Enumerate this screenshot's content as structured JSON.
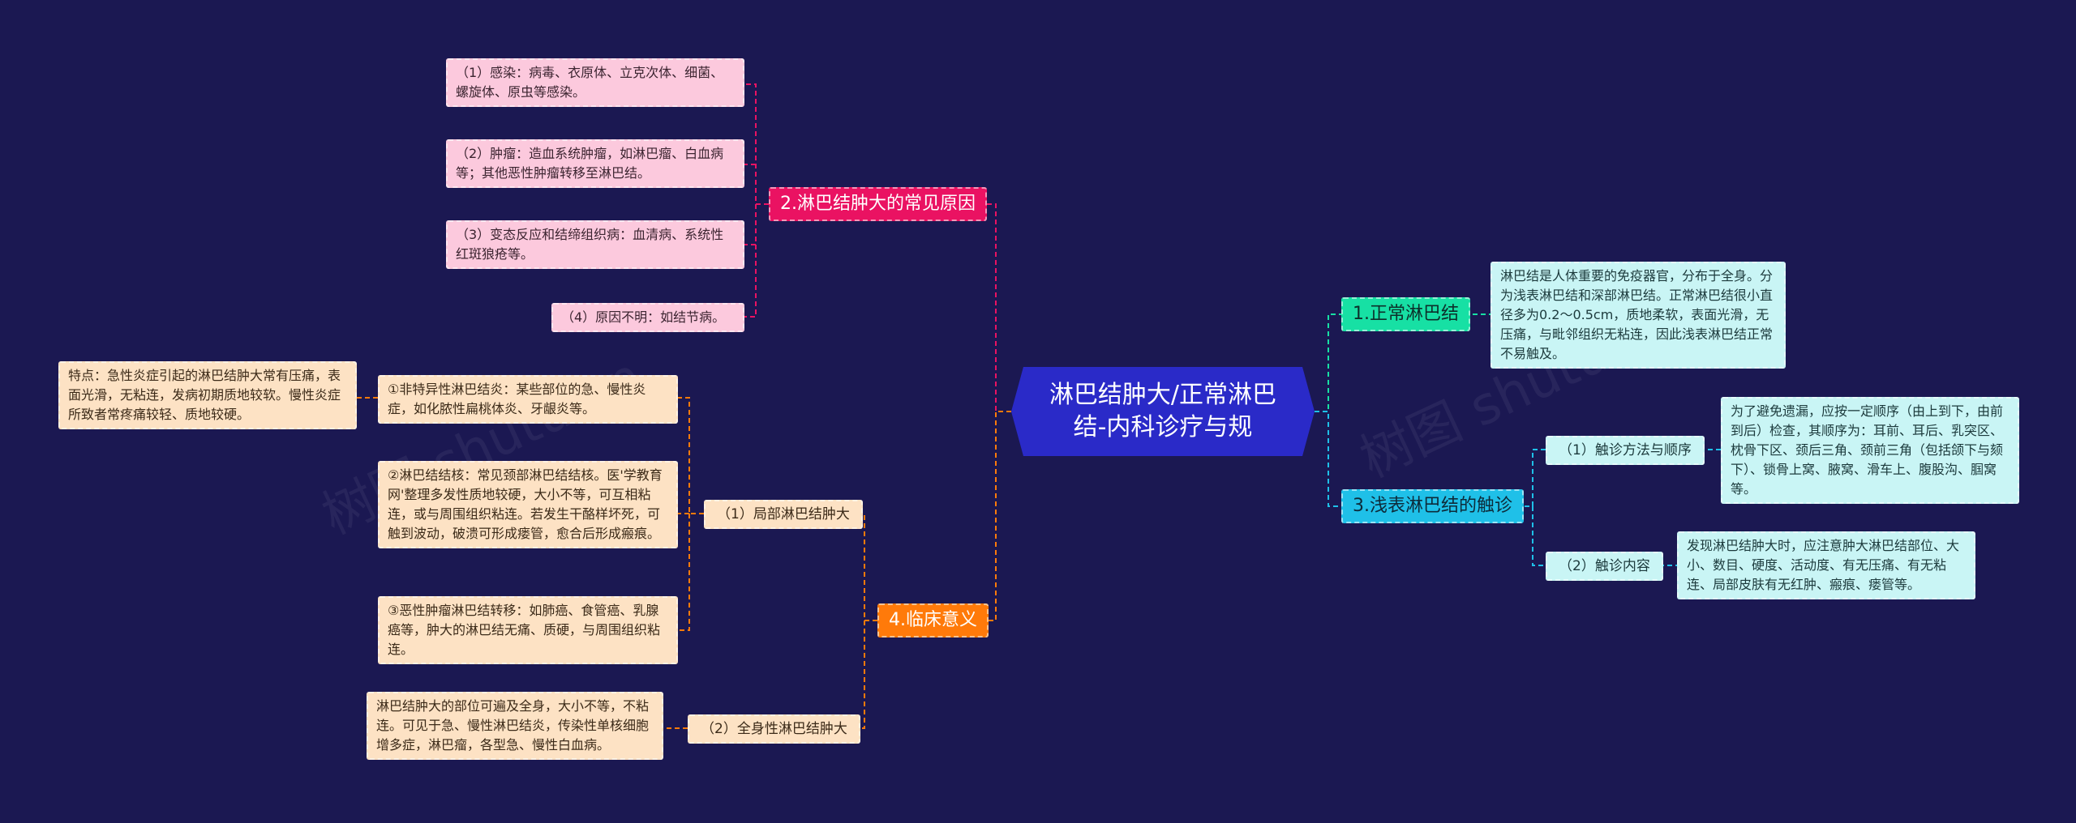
{
  "root": {
    "label": "淋巴结肿大/正常淋巴结-内科诊疗与规"
  },
  "branches": {
    "causes": {
      "label": "2.淋巴结肿大的常见原因",
      "leaves": [
        "（1）感染：病毒、衣原体、立克次体、细菌、螺旋体、原虫等感染。",
        "（2）肿瘤：造血系统肿瘤，如淋巴瘤、白血病等；其他恶性肿瘤转移至淋巴结。",
        "（3）变态反应和结缔组织病：血清病、系统性红斑狼疮等。",
        "（4）原因不明：如结节病。"
      ]
    },
    "clinical": {
      "label": "4.临床意义",
      "local": {
        "label": "（1）局部淋巴结肿大",
        "items": [
          "①非特异性淋巴结炎：某些部位的急、慢性炎症，如化脓性扁桃体炎、牙龈炎等。",
          "②淋巴结结核：常见颈部淋巴结结核。医'学教育网'整理多发性质地较硬，大小不等，可互相粘连，或与周围组织粘连。若发生干酪样坏死，可触到波动，破溃可形成瘘管，愈合后形成瘢痕。",
          "③恶性肿瘤淋巴结转移：如肺癌、食管癌、乳腺癌等，肿大的淋巴结无痛、质硬，与周围组织粘连。"
        ],
        "feature_note": "特点：急性炎症引起的淋巴结肿大常有压痛，表面光滑，无粘连，发病初期质地较软。慢性炎症所致者常疼痛较轻、质地较硬。"
      },
      "general": {
        "label": "（2）全身性淋巴结肿大",
        "detail": "淋巴结肿大的部位可遍及全身，大小不等，不粘连。可见于急、慢性淋巴结炎，传染性单核细胞增多症，淋巴瘤，各型急、慢性白血病。"
      }
    },
    "normal": {
      "label": "1.正常淋巴结",
      "detail": "淋巴结是人体重要的免疫器官，分布于全身。分为浅表淋巴结和深部淋巴结。正常淋巴结很小直径多为0.2～0.5cm，质地柔软，表面光滑，无压痛，与毗邻组织无粘连，因此浅表淋巴结正常不易触及。"
    },
    "palpation": {
      "label": "3.浅表淋巴结的触诊",
      "method": {
        "label": "（1）触诊方法与顺序",
        "detail": "为了避免遗漏，应按一定顺序（由上到下，由前到后）检查，其顺序为：耳前、耳后、乳突区、枕骨下区、颈后三角、颈前三角（包括颌下与颏下）、锁骨上窝、腋窝、滑车上、腹股沟、腘窝等。"
      },
      "content": {
        "label": "（2）触诊内容",
        "detail": "发现淋巴结肿大时，应注意肿大淋巴结部位、大小、数目、硬度、活动度、有无压痛、有无粘连、局部皮肤有无红肿、瘢痕、瘘管等。"
      }
    }
  },
  "watermark": "树图 shutu.cn",
  "colors": {
    "background": "#1b1852",
    "root": "#2a2ac8",
    "causes": "#ea1262",
    "clinical": "#ff7a0a",
    "normal": "#17e0a4",
    "palpation": "#1fc0e8"
  }
}
